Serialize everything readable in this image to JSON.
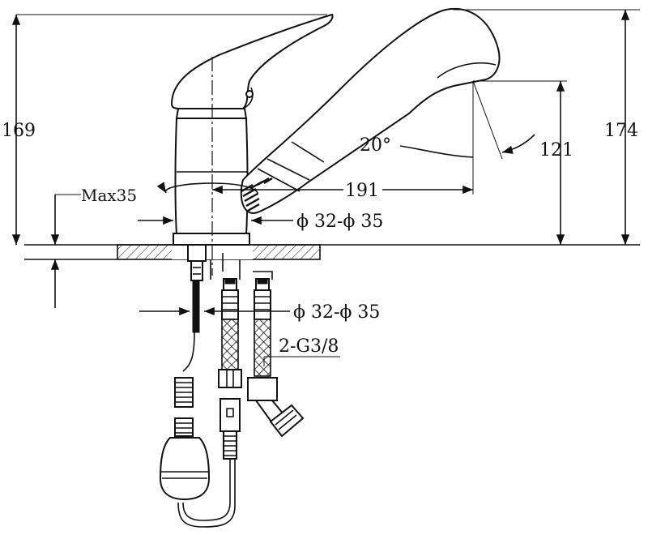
{
  "dimensions": {
    "height_left": "169",
    "height_right": "174",
    "height_spout": "121",
    "reach": "191",
    "angle": "20°",
    "max_thickness": "Max35",
    "hole_diameter_top": "ϕ 32-ϕ 35",
    "hole_diameter_bottom": "ϕ 32-ϕ 35",
    "connection": "2-G3/8"
  }
}
